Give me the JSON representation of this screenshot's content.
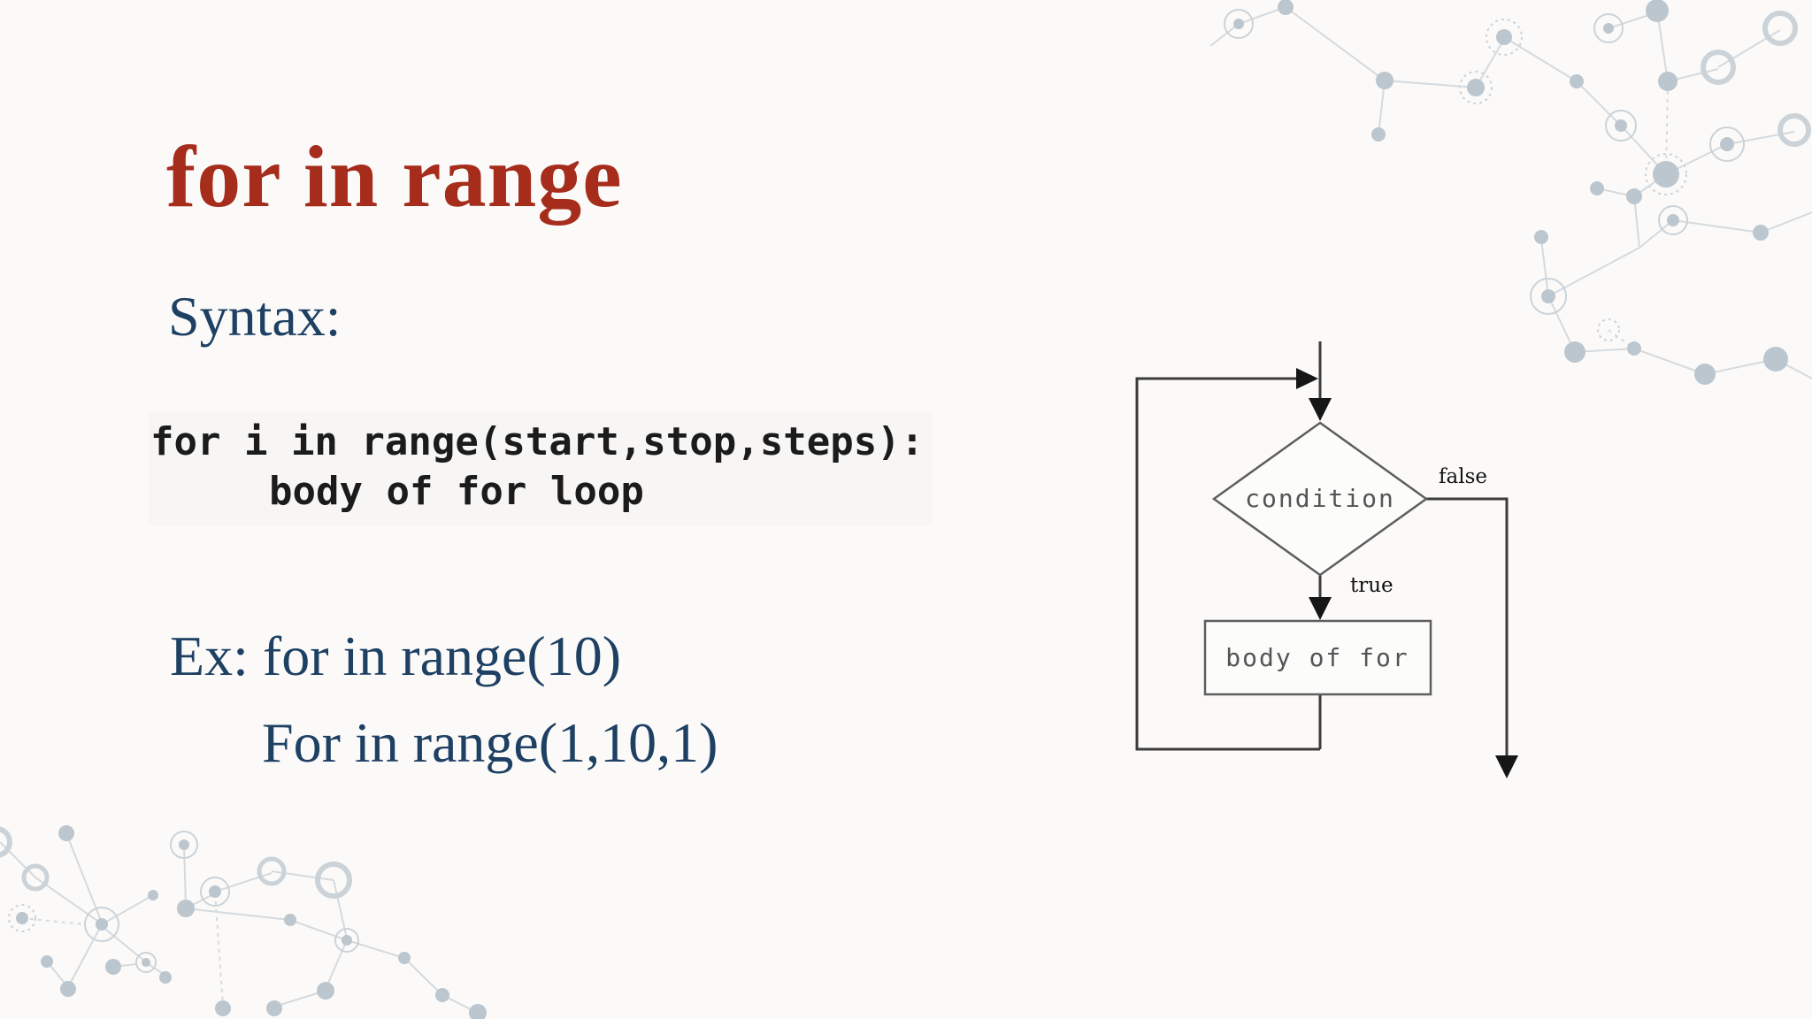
{
  "slide": {
    "title": "for in range",
    "syntax_label": "Syntax:",
    "code": {
      "line1": "for i in range(start,stop,steps):",
      "line2": "body of for loop"
    },
    "examples": {
      "line1": "Ex: for in range(10)",
      "line2": "For in range(1,10,1)"
    }
  },
  "flowchart": {
    "condition_label": "condition",
    "false_label": "false",
    "true_label": "true",
    "body_label": "body of for"
  },
  "colors": {
    "background": "#FBFAF9",
    "title_red": "#A62C1C",
    "navy_blue": "#1E4063",
    "code_black": "#1B1B1B",
    "flow_line": "#3C3C3C",
    "flow_text_gray": "#555555",
    "deco_node": "#BCC6CE",
    "deco_line": "#D5DADE"
  }
}
